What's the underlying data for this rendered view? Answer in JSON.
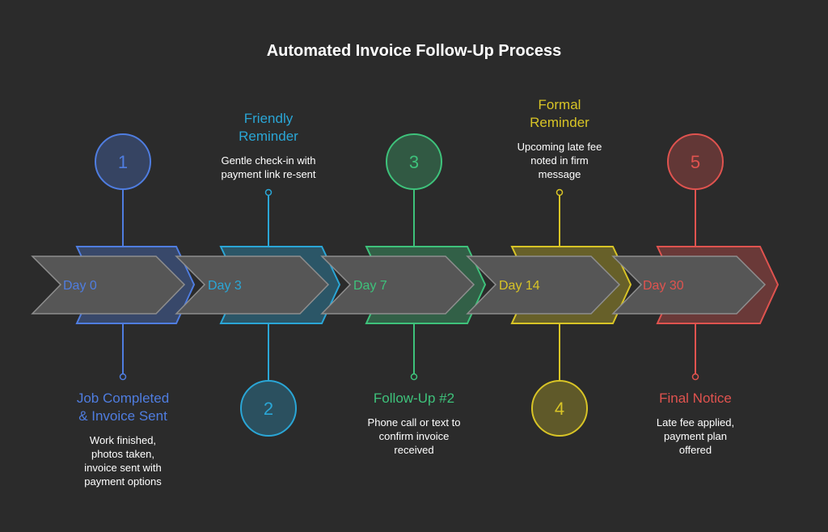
{
  "title": "Automated Invoice Follow-Up Process",
  "stages": [
    {
      "number": "1",
      "day": "Day 0",
      "title": "Job Completed\n& Invoice Sent",
      "description": "Work finished,\nphotos taken,\ninvoice sent with\npayment options",
      "color": "#4f7de0"
    },
    {
      "number": "2",
      "day": "Day 3",
      "title": "Friendly\nReminder",
      "description": "Gentle check-in with\npayment link re-sent",
      "color": "#2aa6d6"
    },
    {
      "number": "3",
      "day": "Day 7",
      "title": "Follow-Up #2",
      "description": "Phone call or text to\nconfirm invoice\nreceived",
      "color": "#3ec27b"
    },
    {
      "number": "4",
      "day": "Day 14",
      "title": "Formal\nReminder",
      "description": "Upcoming late fee\nnoted in firm\nmessage",
      "color": "#d8c426"
    },
    {
      "number": "5",
      "day": "Day 30",
      "title": "Final Notice",
      "description": "Late fee applied,\npayment plan\noffered",
      "color": "#e0534f"
    }
  ]
}
